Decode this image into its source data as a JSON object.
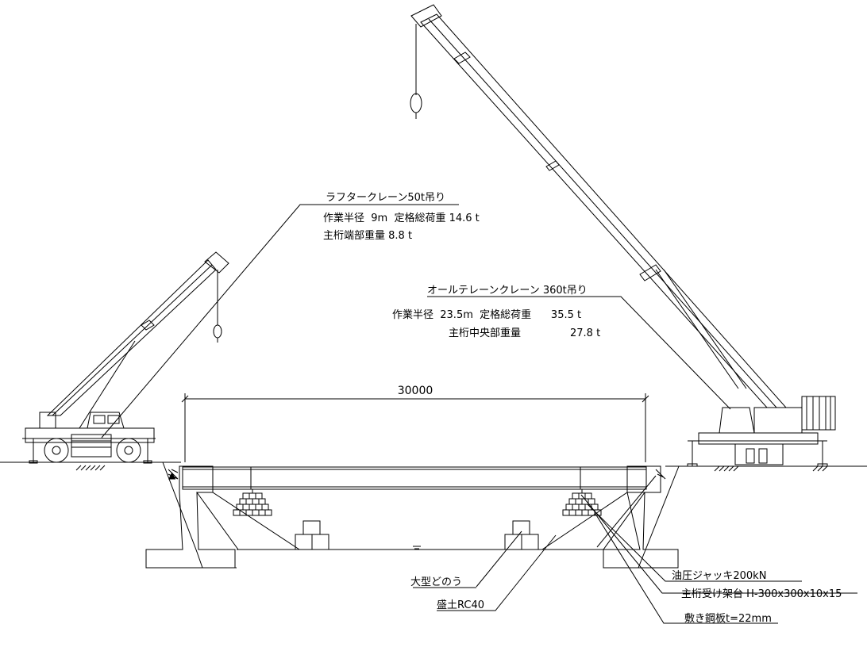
{
  "span_dimension": "30000",
  "rough_crane": {
    "title": "ラフタークレーン50t吊り",
    "line1": "作業半径  9m  定格総荷重 14.6 t",
    "line2": "主桁端部重量 8.8 t"
  },
  "allterrain_crane": {
    "title": "オールテレーンクレーン 360t吊り",
    "line1": "作業半径  23.5m  定格総荷重      35.5 t",
    "line2": "主桁中央部重量               27.8 t"
  },
  "labels": {
    "sandbag": "大型どのう",
    "fill": "盛土RC40",
    "jack": "油圧ジャッキ200kN",
    "support": "主桁受け架台 H-300x300x10x15",
    "steel_plate": "敷き鋼板t=22mm"
  },
  "colors": {
    "line": "#000000",
    "background": "#ffffff"
  }
}
